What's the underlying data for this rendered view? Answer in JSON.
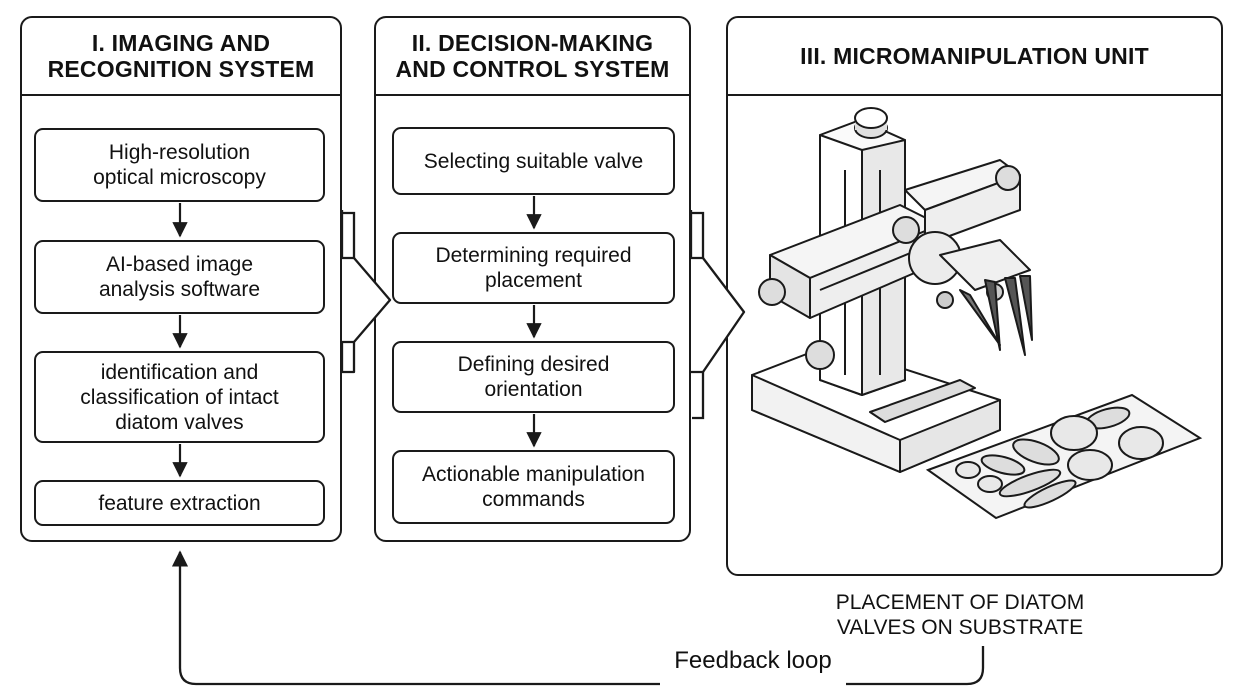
{
  "panels": {
    "imaging": {
      "title": "I. IMAGING AND\nRECOGNITION SYSTEM",
      "steps": [
        "High-resolution\noptical microscopy",
        "AI-based image\nanalysis software",
        "identification and\nclassification of intact\ndiatom valves",
        "feature extraction"
      ]
    },
    "decision": {
      "title": "II. DECISION-MAKING\nAND CONTROL SYSTEM",
      "steps": [
        "Selecting suitable valve",
        "Determining required\nplacement",
        "Defining desired\norientation",
        "Actionable manipulation\ncommands"
      ]
    },
    "micromanipulation": {
      "title": "III. MICROMANIPULATION UNIT"
    }
  },
  "placement_caption": "PLACEMENT OF DIATOM\nVALVES ON SUBSTRATE",
  "feedback_label": "Feedback loop"
}
